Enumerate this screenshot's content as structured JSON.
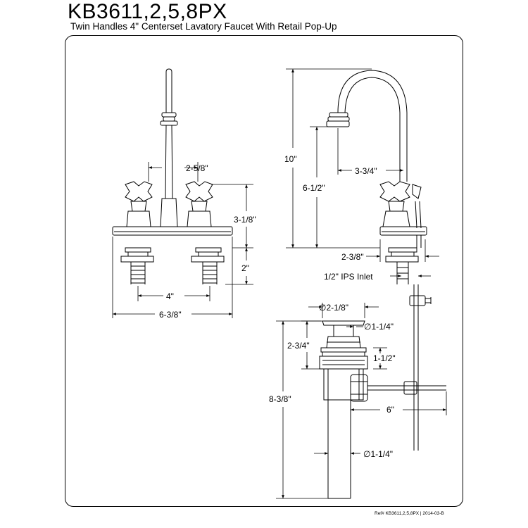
{
  "header": {
    "model": "KB3611,2,5,8PX",
    "description": "Twin Handles 4\" Centerset Lavatory Faucet With Retail Pop-Up"
  },
  "front_view": {
    "handle_spacing": "2-5/8\"",
    "deck_height": "3-1/8\"",
    "shank_length": "2\"",
    "center_spacing": "4\"",
    "overall_width": "6-3/8\""
  },
  "side_view": {
    "overall_height": "10\"",
    "spout_height": "6-1/2\"",
    "spout_reach": "3-3/4\"",
    "deck_offset": "2-3/8\"",
    "inlet": "1/2\" IPS Inlet"
  },
  "drain_view": {
    "flange_diameter": "∅2-1/8\"",
    "stopper_diameter": "∅1-1/4\"",
    "flange_height": "2-3/4\"",
    "body_height": "1-1/2\"",
    "overall_length": "8-3/8\"",
    "rod_length": "6\"",
    "tailpiece_diameter": "∅1-1/4\""
  },
  "footer": {
    "reference": "Ref# KB3611,2,5,8PX | 2014-03-B"
  }
}
